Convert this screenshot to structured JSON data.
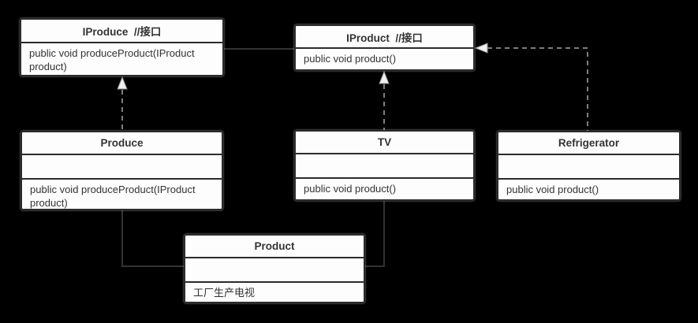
{
  "diagram": {
    "colors": {
      "background": "#000000",
      "box_fill": "#fdfdfd",
      "box_border": "#2b2b2b",
      "solid_line": "#333333",
      "dashed_line": "#7d7d7d",
      "arrowhead_fill": "#f0f0f0",
      "text": "#333333"
    },
    "classes": {
      "iproduce": {
        "title": "IProduce  //接口",
        "method": "public void produceProduct(IProduct product)"
      },
      "iproduct": {
        "title": "IProduct  //接口",
        "method": "public void product()"
      },
      "produce": {
        "title": "Produce",
        "fields": "",
        "method": "public void produceProduct(IProduct product)"
      },
      "tv": {
        "title": "TV",
        "fields": "",
        "method": "public void product()"
      },
      "refrigerator": {
        "title": "Refrigerator",
        "fields": "",
        "method": "public void product()"
      },
      "product": {
        "title": "Product",
        "fields": "",
        "method": "工厂生产电视"
      }
    },
    "relations": [
      {
        "from": "Produce",
        "to": "IProduce",
        "type": "dashed-realization-arrow"
      },
      {
        "from": "TV",
        "to": "IProduct",
        "type": "dashed-realization-arrow"
      },
      {
        "from": "Refrigerator",
        "to": "IProduct",
        "type": "dashed-realization-arrow"
      },
      {
        "from": "IProduce",
        "to": "IProduct",
        "type": "solid-association"
      },
      {
        "from": "Produce",
        "to": "Product",
        "type": "solid-association-elbow"
      },
      {
        "from": "TV",
        "to": "Product",
        "type": "solid-association-elbow"
      }
    ]
  }
}
